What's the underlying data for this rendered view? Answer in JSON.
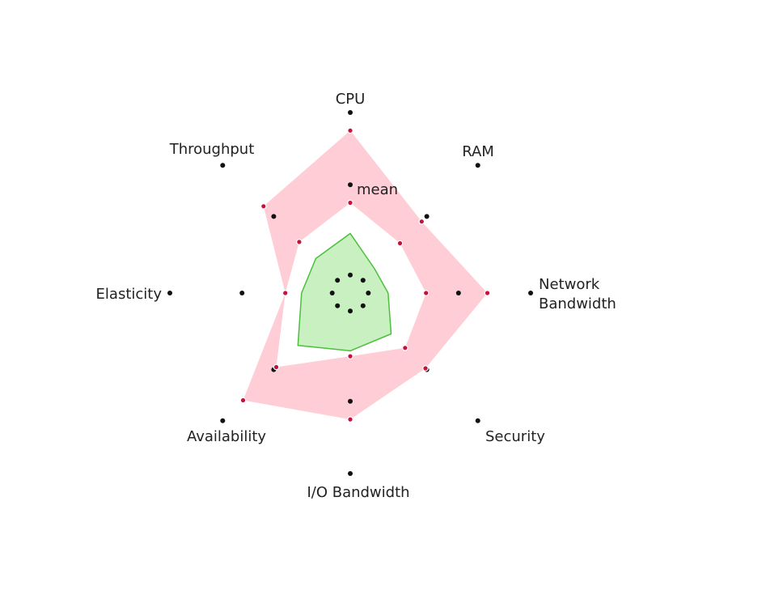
{
  "chart_data": {
    "type": "radar",
    "axes": [
      {
        "label": [
          "CPU"
        ]
      },
      {
        "label": [
          "RAM"
        ]
      },
      {
        "label": [
          "Network",
          "Bandwidth"
        ]
      },
      {
        "label": [
          "Security"
        ]
      },
      {
        "label": [
          "I/O Bandwidth"
        ]
      },
      {
        "label": [
          "Availability"
        ]
      },
      {
        "label": [
          "Elasticity"
        ]
      },
      {
        "label": [
          "Throughput"
        ]
      }
    ],
    "range": [
      0,
      1
    ],
    "band": {
      "outer": [
        0.9,
        0.56,
        0.76,
        0.59,
        0.7,
        0.84,
        0.36,
        0.68
      ],
      "inner": [
        0.5,
        0.39,
        0.42,
        0.43,
        0.35,
        0.58,
        0.36,
        0.4
      ],
      "color": "#ffcdd6"
    },
    "polygon": [
      0.33,
      0.19,
      0.21,
      0.32,
      0.32,
      0.41,
      0.27,
      0.27
    ],
    "polygon_color": "#c8f0c0",
    "polygon_stroke": "#4cbf3c",
    "reference_rings": [
      1.0,
      0.6,
      0.1
    ],
    "faint_label": "mean",
    "grid": false
  }
}
